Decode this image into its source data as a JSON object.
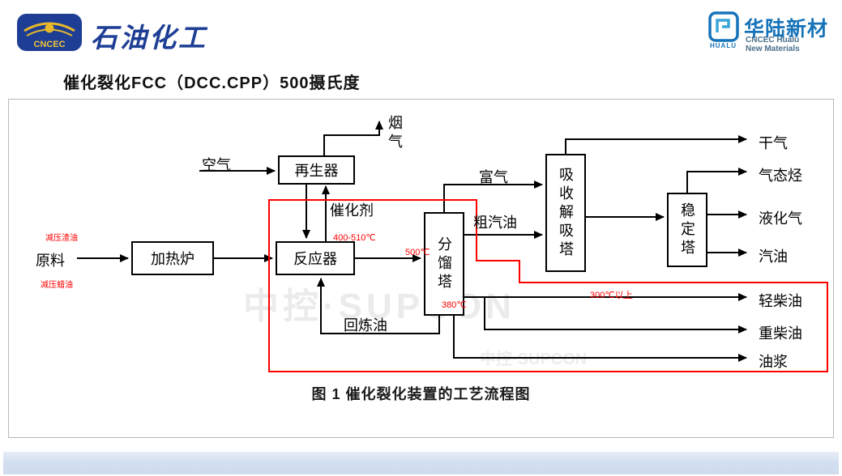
{
  "header": {
    "cncec_emblem_text": "CNCEC",
    "brand_left": "石油化工",
    "hualu_brand": "华陆新材",
    "hualu_icon_text": "HUALU",
    "hualu_sub1": "CNCEC Hualu",
    "hualu_sub2": "New Materials"
  },
  "title": "催化裂化FCC（DCC.CPP）500摄氏度",
  "diagram": {
    "watermark": "中控·SUPCON",
    "caption": "图 1  催化裂化装置的工艺流程图",
    "boxes": {
      "furnace": "加热炉",
      "reactor": "反应器",
      "regenerator": "再生器",
      "fractionator": "分馏塔",
      "absorber_desorber": "吸收解吸塔",
      "stabilizer": "稳定塔"
    },
    "streams": {
      "feed": "原料",
      "air": "空气",
      "flue_gas": "烟气",
      "catalyst": "催化剂",
      "recycle_oil": "回炼油",
      "rich_gas": "富气",
      "crude_gasoline": "粗汽油",
      "dry_gas": "干气",
      "gaseous_hydrocarbon": "气态烃",
      "lpg": "液化气",
      "gasoline": "汽油",
      "light_diesel": "轻柴油",
      "heavy_diesel": "重柴油",
      "oil_slurry": "油浆"
    },
    "annotations": {
      "feed_top": "减压渣油",
      "feed_bottom": "减压蜡油",
      "reactor_temp": "400-510℃",
      "transfer_temp": "500℃",
      "fractionator_bottom_temp": "380℃",
      "diesel_temp": "300℃以上"
    }
  },
  "colors": {
    "annotation_red": "#fe0000",
    "brand_blue": "#1d3e94",
    "hualu_blue": "#1673b9",
    "line_black": "#000000",
    "footer_band": "#d3dff1"
  }
}
